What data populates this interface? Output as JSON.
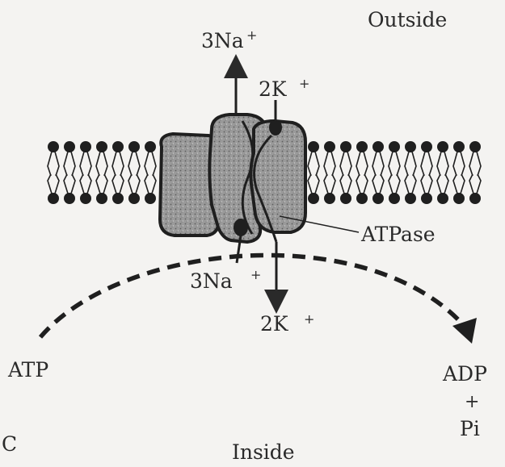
{
  "labels": {
    "outside": "Outside",
    "inside": "Inside",
    "na_out": "3Na",
    "na_out_charge": "+",
    "k_out": "2K",
    "k_out_charge": "+",
    "na_in": "3Na",
    "na_in_charge": "+",
    "k_in": "2K",
    "k_in_charge": "+",
    "atpase": "ATPase",
    "atp": "ATP",
    "adp": "ADP",
    "plus": "+",
    "pi": "Pi",
    "panel": "C"
  },
  "colors": {
    "ink": "#2a2a2a",
    "protein_fill": "#8d8d8d",
    "background": "#f4f3f1"
  }
}
